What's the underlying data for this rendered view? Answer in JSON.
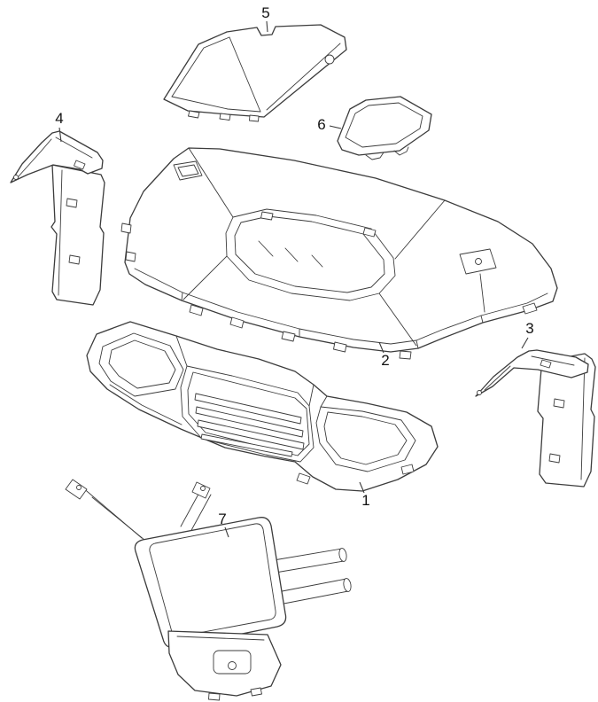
{
  "page": {
    "background": "#ffffff",
    "line_color": "#3c3c3c",
    "text_color": "#111111"
  },
  "diagram": {
    "type": "exploded-parts-diagram",
    "callouts": [
      {
        "number": "1",
        "part": "front-fascia-grille"
      },
      {
        "number": "2",
        "part": "hood-panel"
      },
      {
        "number": "3",
        "part": "right-fender-guard"
      },
      {
        "number": "4",
        "part": "left-fender-guard"
      },
      {
        "number": "5",
        "part": "roof-cap-panel"
      },
      {
        "number": "6",
        "part": "hood-access-cover"
      },
      {
        "number": "7",
        "part": "front-brush-guard"
      }
    ]
  }
}
